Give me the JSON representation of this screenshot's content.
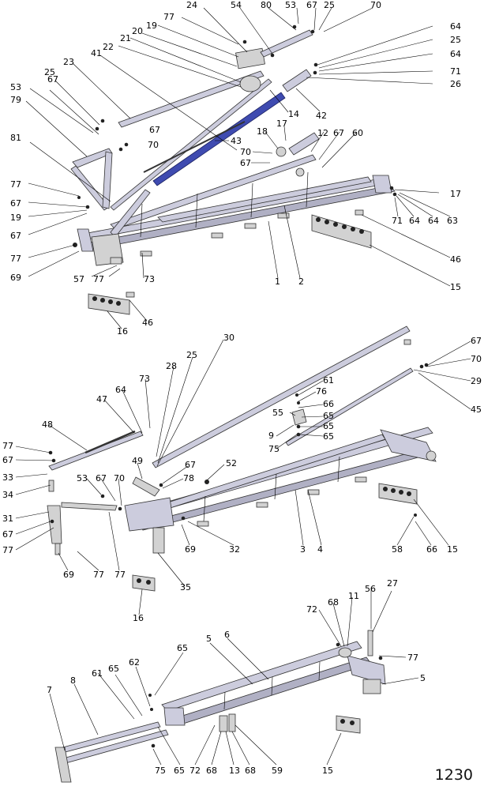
{
  "page_number": "1230",
  "callouts": [
    {
      "id": "s1-24",
      "text": "24"
    },
    {
      "id": "s1-54",
      "text": "54"
    },
    {
      "id": "s1-80",
      "text": "80"
    },
    {
      "id": "s1-53",
      "text": "53"
    },
    {
      "id": "s1-67a",
      "text": "67"
    },
    {
      "id": "s1-25a",
      "text": "25"
    },
    {
      "id": "s1-70a",
      "text": "70"
    },
    {
      "id": "s1-77a",
      "text": "77"
    },
    {
      "id": "s1-19a",
      "text": "19"
    },
    {
      "id": "s1-20",
      "text": "20"
    },
    {
      "id": "s1-21",
      "text": "21"
    },
    {
      "id": "s1-22",
      "text": "22"
    },
    {
      "id": "s1-64a",
      "text": "64"
    },
    {
      "id": "s1-25b",
      "text": "25"
    },
    {
      "id": "s1-64b",
      "text": "64"
    },
    {
      "id": "s1-71a",
      "text": "71"
    },
    {
      "id": "s1-26",
      "text": "26"
    },
    {
      "id": "s1-41",
      "text": "41"
    },
    {
      "id": "s1-23",
      "text": "23"
    },
    {
      "id": "s1-67b",
      "text": "67"
    },
    {
      "id": "s1-25c",
      "text": "25"
    },
    {
      "id": "s1-53b",
      "text": "53"
    },
    {
      "id": "s1-79",
      "text": "79"
    },
    {
      "id": "s1-42",
      "text": "42"
    },
    {
      "id": "s1-14",
      "text": "14"
    },
    {
      "id": "s1-17a",
      "text": "17"
    },
    {
      "id": "s1-18",
      "text": "18"
    },
    {
      "id": "s1-12",
      "text": "12"
    },
    {
      "id": "s1-67c",
      "text": "67"
    },
    {
      "id": "s1-60",
      "text": "60"
    },
    {
      "id": "s1-67d",
      "text": "67"
    },
    {
      "id": "s1-70b",
      "text": "70"
    },
    {
      "id": "s1-43",
      "text": "43"
    },
    {
      "id": "s1-70c",
      "text": "70"
    },
    {
      "id": "s1-67e",
      "text": "67"
    },
    {
      "id": "s1-81",
      "text": "81"
    },
    {
      "id": "s1-77b",
      "text": "77"
    },
    {
      "id": "s1-67f",
      "text": "67"
    },
    {
      "id": "s1-19b",
      "text": "19"
    },
    {
      "id": "s1-67g",
      "text": "67"
    },
    {
      "id": "s1-77c",
      "text": "77"
    },
    {
      "id": "s1-69",
      "text": "69"
    },
    {
      "id": "s1-57",
      "text": "57"
    },
    {
      "id": "s1-77d",
      "text": "77"
    },
    {
      "id": "s1-73",
      "text": "73"
    },
    {
      "id": "s1-1",
      "text": "1"
    },
    {
      "id": "s1-2",
      "text": "2"
    },
    {
      "id": "s1-17b",
      "text": "17"
    },
    {
      "id": "s1-71b",
      "text": "71"
    },
    {
      "id": "s1-64c",
      "text": "64"
    },
    {
      "id": "s1-64d",
      "text": "64"
    },
    {
      "id": "s1-63",
      "text": "63"
    },
    {
      "id": "s1-46a",
      "text": "46"
    },
    {
      "id": "s1-15a",
      "text": "15"
    },
    {
      "id": "s1-46b",
      "text": "46"
    },
    {
      "id": "s1-16a",
      "text": "16"
    },
    {
      "id": "s2-30",
      "text": "30"
    },
    {
      "id": "s2-28",
      "text": "28"
    },
    {
      "id": "s2-25",
      "text": "25"
    },
    {
      "id": "s2-73",
      "text": "73"
    },
    {
      "id": "s2-64",
      "text": "64"
    },
    {
      "id": "s2-47",
      "text": "47"
    },
    {
      "id": "s2-48",
      "text": "48"
    },
    {
      "id": "s2-67a",
      "text": "67"
    },
    {
      "id": "s2-70",
      "text": "70"
    },
    {
      "id": "s2-29",
      "text": "29"
    },
    {
      "id": "s2-45",
      "text": "45"
    },
    {
      "id": "s2-61",
      "text": "61"
    },
    {
      "id": "s2-76",
      "text": "76"
    },
    {
      "id": "s2-66a",
      "text": "66"
    },
    {
      "id": "s2-55",
      "text": "55"
    },
    {
      "id": "s2-65a",
      "text": "65"
    },
    {
      "id": "s2-9",
      "text": "9"
    },
    {
      "id": "s2-65b",
      "text": "65"
    },
    {
      "id": "s2-75",
      "text": "75"
    },
    {
      "id": "s2-65c",
      "text": "65"
    },
    {
      "id": "s2-77a",
      "text": "77"
    },
    {
      "id": "s2-67b",
      "text": "67"
    },
    {
      "id": "s2-33",
      "text": "33"
    },
    {
      "id": "s2-34",
      "text": "34"
    },
    {
      "id": "s2-49",
      "text": "49"
    },
    {
      "id": "s2-67c",
      "text": "67"
    },
    {
      "id": "s2-78",
      "text": "78"
    },
    {
      "id": "s2-52",
      "text": "52"
    },
    {
      "id": "s2-53",
      "text": "53"
    },
    {
      "id": "s2-67d",
      "text": "67"
    },
    {
      "id": "s2-70b",
      "text": "70"
    },
    {
      "id": "s2-31",
      "text": "31"
    },
    {
      "id": "s2-67e",
      "text": "67"
    },
    {
      "id": "s2-77b",
      "text": "77"
    },
    {
      "id": "s2-69",
      "text": "69"
    },
    {
      "id": "s2-77c",
      "text": "77"
    },
    {
      "id": "s2-77d",
      "text": "77"
    },
    {
      "id": "s2-69b",
      "text": "69"
    },
    {
      "id": "s2-32",
      "text": "32"
    },
    {
      "id": "s2-3",
      "text": "3"
    },
    {
      "id": "s2-4",
      "text": "4"
    },
    {
      "id": "s2-58",
      "text": "58"
    },
    {
      "id": "s2-66b",
      "text": "66"
    },
    {
      "id": "s2-15",
      "text": "15"
    },
    {
      "id": "s2-35",
      "text": "35"
    },
    {
      "id": "s2-16",
      "text": "16"
    },
    {
      "id": "s3-72a",
      "text": "72"
    },
    {
      "id": "s3-68a",
      "text": "68"
    },
    {
      "id": "s3-11",
      "text": "11"
    },
    {
      "id": "s3-56",
      "text": "56"
    },
    {
      "id": "s3-27",
      "text": "27"
    },
    {
      "id": "s3-77",
      "text": "77"
    },
    {
      "id": "s3-5a",
      "text": "5"
    },
    {
      "id": "s3-6",
      "text": "6"
    },
    {
      "id": "s3-5b",
      "text": "5"
    },
    {
      "id": "s3-65a",
      "text": "65"
    },
    {
      "id": "s3-62",
      "text": "62"
    },
    {
      "id": "s3-61",
      "text": "61"
    },
    {
      "id": "s3-65b",
      "text": "65"
    },
    {
      "id": "s3-8",
      "text": "8"
    },
    {
      "id": "s3-7",
      "text": "7"
    },
    {
      "id": "s3-75",
      "text": "75"
    },
    {
      "id": "s3-65c",
      "text": "65"
    },
    {
      "id": "s3-72b",
      "text": "72"
    },
    {
      "id": "s3-68b",
      "text": "68"
    },
    {
      "id": "s3-13",
      "text": "13"
    },
    {
      "id": "s3-68c",
      "text": "68"
    },
    {
      "id": "s3-59",
      "text": "59"
    },
    {
      "id": "s3-15",
      "text": "15"
    }
  ]
}
